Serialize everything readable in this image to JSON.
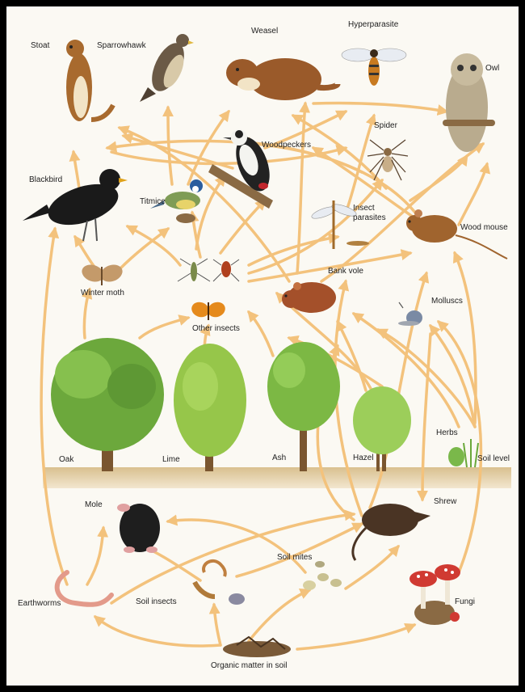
{
  "labels": {
    "stoat": "Stoat",
    "sparrowhawk": "Sparrowhawk",
    "weasel": "Weasel",
    "hyperparasite": "Hyperparasite",
    "owl": "Owl",
    "spider": "Spider",
    "woodpeckers": "Woodpeckers",
    "blackbird": "Blackbird",
    "titmice": "Titmice",
    "insect_parasites": [
      "Insect",
      "parasites"
    ],
    "wood_mouse": "Wood mouse",
    "winter_moth": "Winter moth",
    "bank_vole": "Bank vole",
    "other_insects": "Other insects",
    "molluscs": "Molluscs",
    "oak": "Oak",
    "lime": "Lime",
    "ash": "Ash",
    "hazel": "Hazel",
    "herbs": "Herbs",
    "soil_level": "Soil level",
    "mole": "Mole",
    "shrew": "Shrew",
    "soil_mites": "Soil mites",
    "earthworms": "Earthworms",
    "soil_insects": "Soil insects",
    "fungi": "Fungi",
    "organic_matter": "Organic matter in soil"
  },
  "colors": {
    "arrow": "#f3c27c",
    "background": "#fbf9f3",
    "soil": "#e8d7b5",
    "foliage": "#7db544",
    "trunk": "#7a5630",
    "label": "#222222"
  }
}
